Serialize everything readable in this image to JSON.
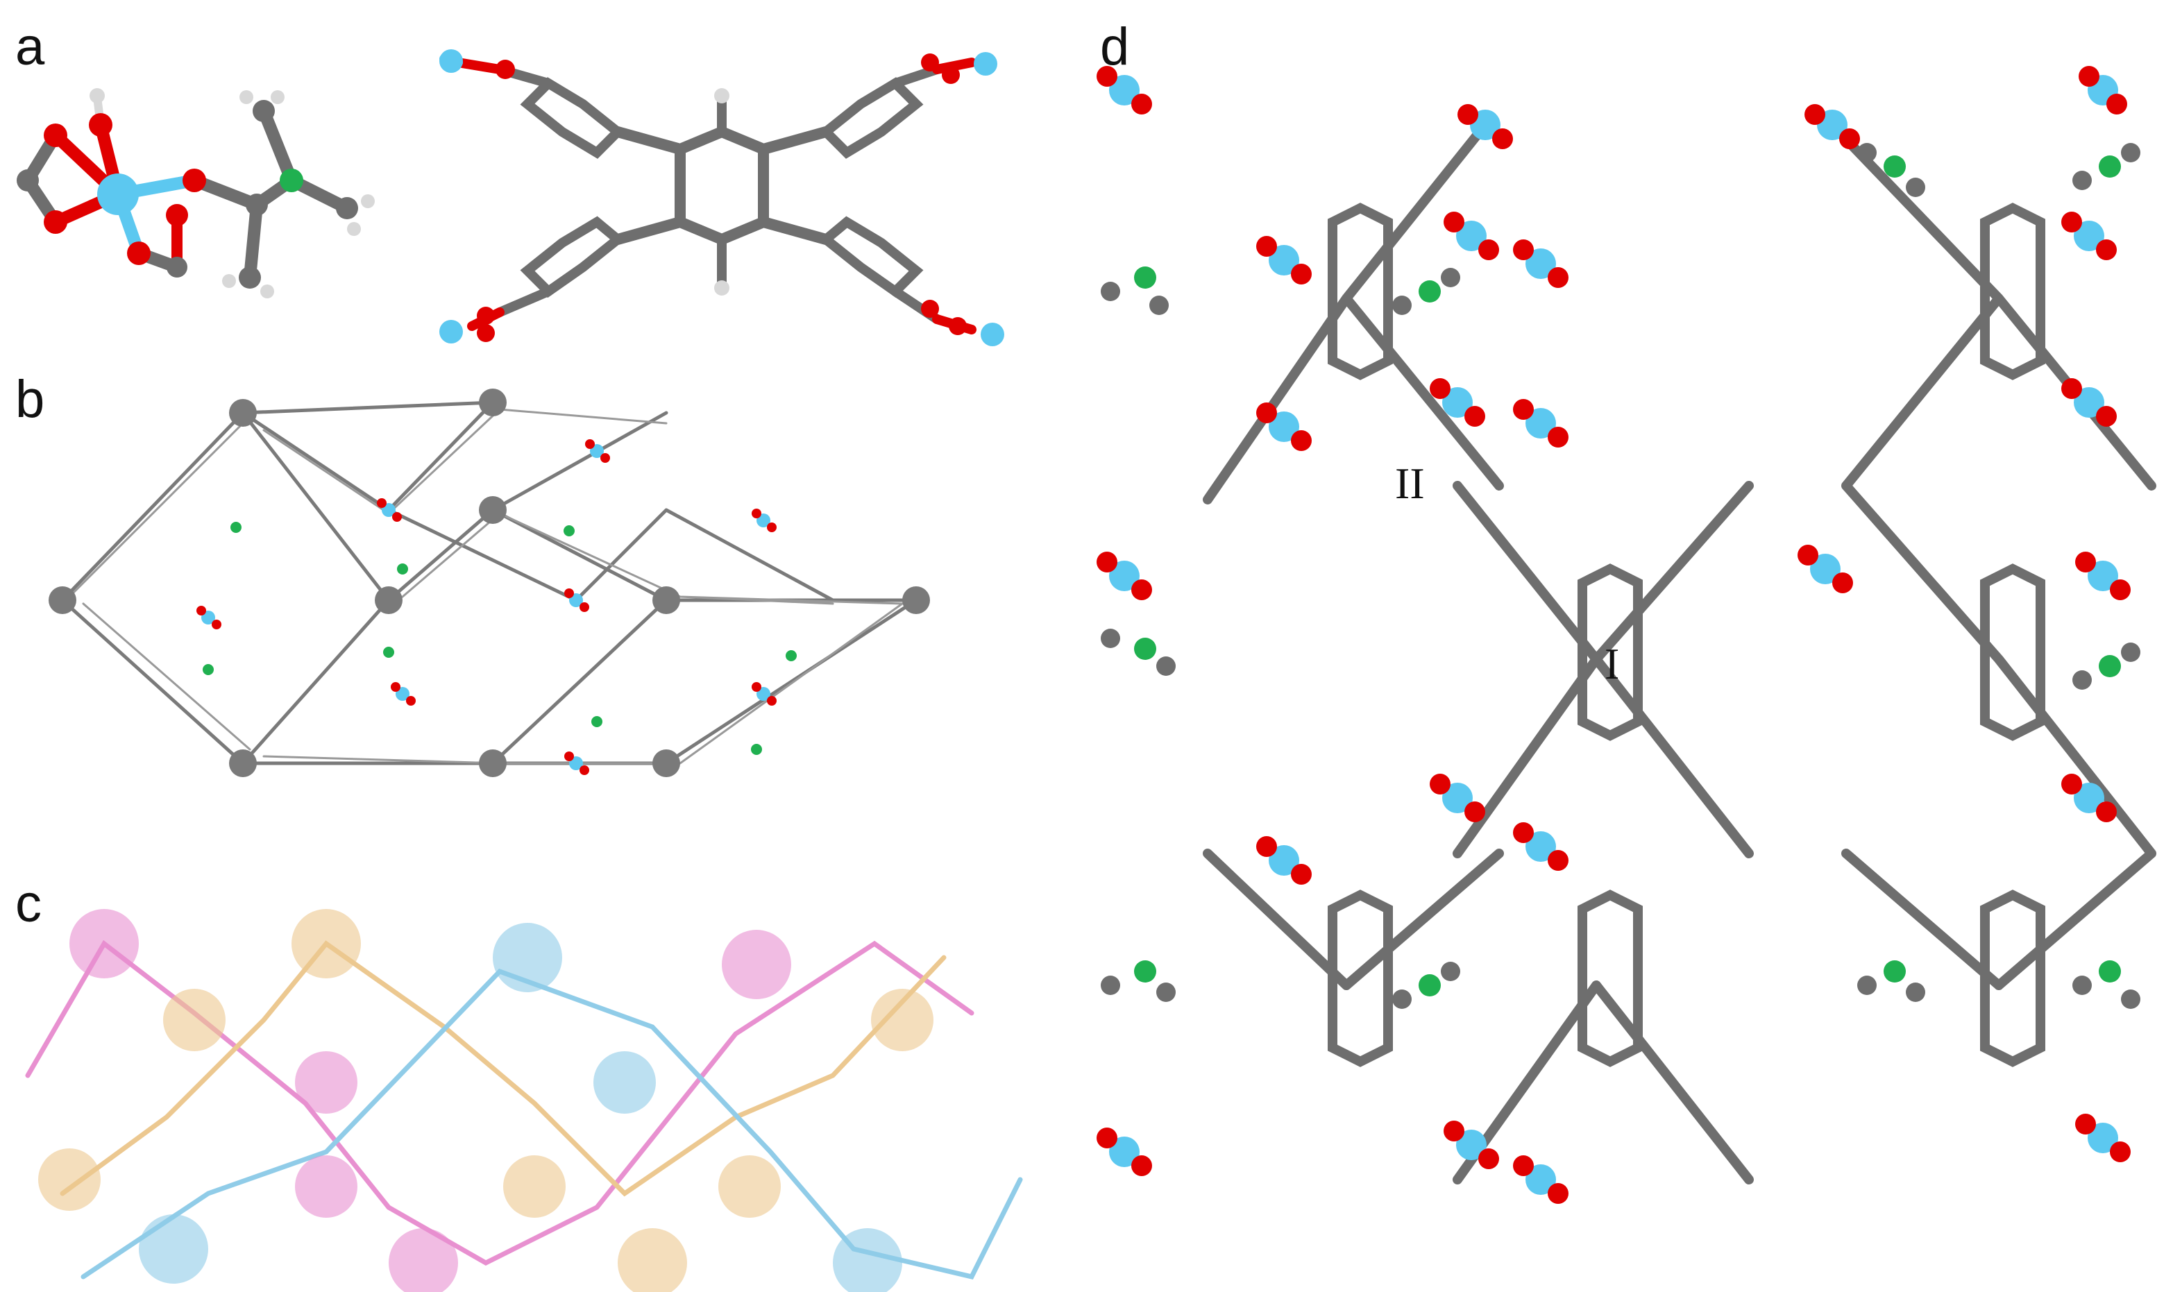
{
  "panels": [
    {
      "id": "a",
      "label": "a"
    },
    {
      "id": "b",
      "label": "b"
    },
    {
      "id": "c",
      "label": "c"
    },
    {
      "id": "d",
      "label": "d"
    }
  ],
  "pores": {
    "large": "I",
    "small": "II"
  },
  "colors": {
    "carbon": "#6e6e6e",
    "oxygen": "#e00000",
    "metal": "#5cc8f0",
    "nitrogen": "#20b050",
    "hydrogen": "#e6e6e6",
    "net_pink": "#e890d0",
    "net_orange": "#ecc890",
    "net_blue": "#90cce8"
  }
}
